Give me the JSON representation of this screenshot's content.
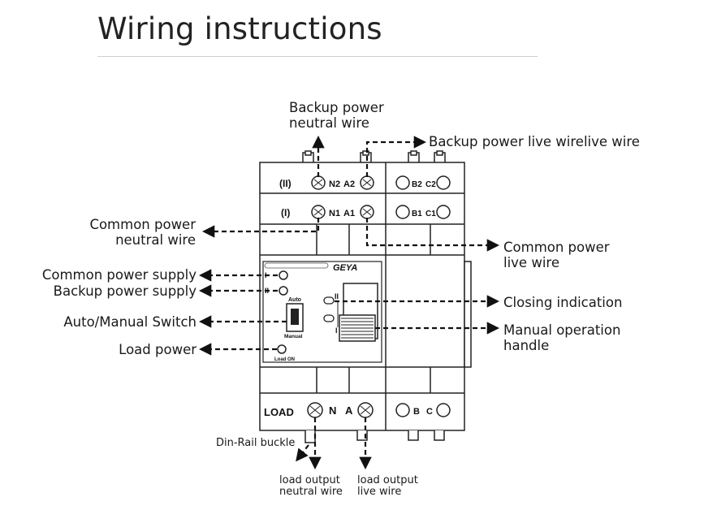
{
  "title": "Wiring instructions",
  "labels": {
    "backup_neutral": [
      "Backup power",
      "neutral wire"
    ],
    "backup_live": "Backup power live wirelive wire",
    "common_neutral": [
      "Common power",
      "neutral wire"
    ],
    "common_live": [
      "Common power",
      "live wire"
    ],
    "common_supply": "Common power supply",
    "backup_supply": "Backup power supply",
    "auto_manual": "Auto/Manual Switch",
    "load_power": "Load power",
    "closing_indication": "Closing indication",
    "manual_handle": [
      "Manual operation",
      "handle"
    ],
    "din_rail": "Din-Rail buckle",
    "load_neutral": [
      "load output",
      "neutral wire"
    ],
    "load_live": [
      "load output",
      "live wire"
    ]
  },
  "device": {
    "row2_tag": "(II)",
    "row1_tag": "(I)",
    "row2_terms": [
      "N2",
      "A2"
    ],
    "row1_terms": [
      "N1",
      "A1"
    ],
    "row2_right": [
      "B2",
      "C2"
    ],
    "row1_right": [
      "B1",
      "C1"
    ],
    "brand": "GEYA",
    "load_tag": "LOAD",
    "load_terms": [
      "N",
      "A"
    ],
    "load_right": [
      "B",
      "C"
    ],
    "led1": "I",
    "led2": "II",
    "auto": "Auto",
    "manual": "Manual",
    "load_on": "Load ON",
    "pos_2": "II",
    "pos_1": "I"
  }
}
